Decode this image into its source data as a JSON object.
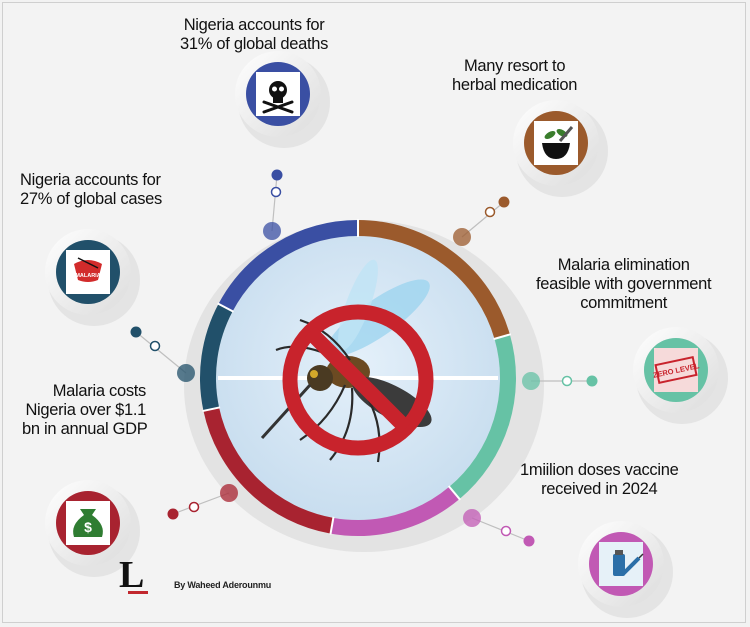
{
  "palette": {
    "blue": "#3a4fa3",
    "brown": "#9b5a2c",
    "teal": "#66c2a5",
    "purple": "#c159b4",
    "red": "#a82330",
    "navy": "#21506a",
    "center_bg": "#cfe3f3"
  },
  "icons": {
    "deaths": "skull-crossbones-icon",
    "cases": "malaria-map-icon",
    "herbal": "herbal-mortar-icon",
    "elimination": "zero-level-stamp-icon",
    "gdp": "money-bag-icon",
    "vaccine": "vaccine-vial-icon",
    "center": "mosquito-prohibited-icon"
  },
  "labels": {
    "deaths": [
      "Nigeria accounts for",
      "31% of global deaths"
    ],
    "herbal": [
      "Many resort to",
      "herbal medication"
    ],
    "cases": [
      "Nigeria accounts for",
      "27% of global cases"
    ],
    "elimination": [
      "Malaria elimination",
      "feasible with government",
      "commitment"
    ],
    "gdp": [
      "Malaria costs",
      "Nigeria over $1.1",
      "bn in annual GDP"
    ],
    "vaccine": [
      "1miilion doses vaccine",
      "received in 2024"
    ]
  },
  "badges": {
    "cases_map_text": "MALARIA",
    "stamp_text": "ZERO LEVEL",
    "money_symbol": "$"
  },
  "footer": {
    "logo": "L",
    "byline": "By Waheed Aderounmu"
  }
}
